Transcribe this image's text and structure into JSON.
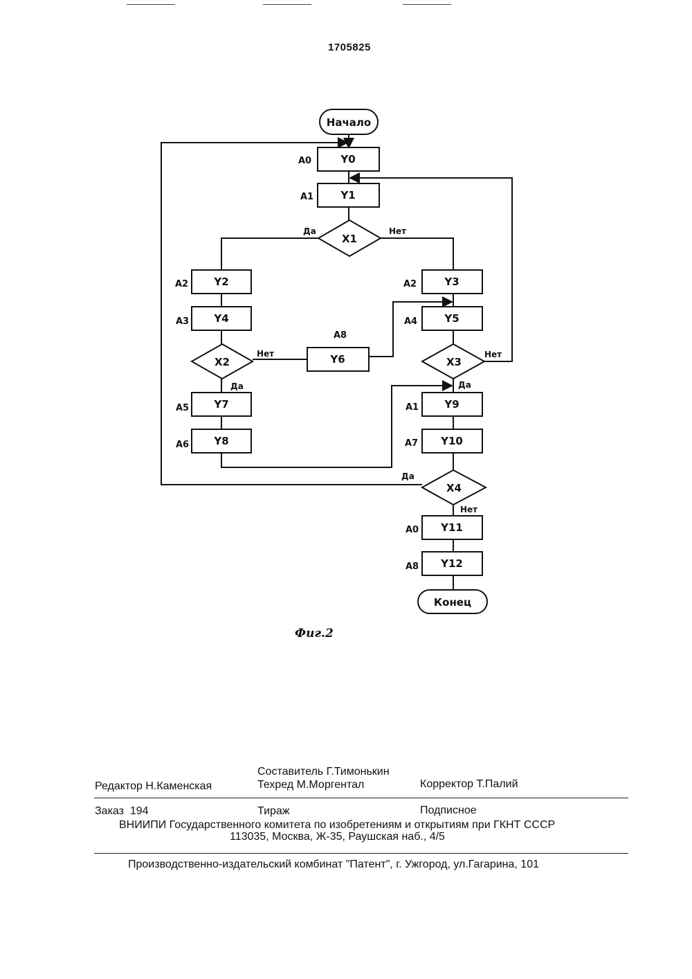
{
  "patent_number": "1705825",
  "flowchart": {
    "terminals": {
      "start": "Начало",
      "end": "Конец"
    },
    "process_blocks": [
      {
        "id": "y0",
        "label": "Y0",
        "state": "A0"
      },
      {
        "id": "y1",
        "label": "Y1",
        "state": "A1"
      },
      {
        "id": "y2",
        "label": "Y2",
        "state": "A2"
      },
      {
        "id": "y4",
        "label": "Y4",
        "state": "A3"
      },
      {
        "id": "y3",
        "label": "Y3",
        "state": "A2"
      },
      {
        "id": "y5",
        "label": "Y5",
        "state": "A4"
      },
      {
        "id": "y6",
        "label": "Y6",
        "state": "A8"
      },
      {
        "id": "y7",
        "label": "Y7",
        "state": "A5"
      },
      {
        "id": "y8",
        "label": "Y8",
        "state": "A6"
      },
      {
        "id": "y9",
        "label": "Y9",
        "state": "A1"
      },
      {
        "id": "y10",
        "label": "Y10",
        "state": "A7"
      },
      {
        "id": "y11",
        "label": "Y11",
        "state": "A0"
      },
      {
        "id": "y12",
        "label": "Y12",
        "state": "A8"
      }
    ],
    "decisions": [
      {
        "id": "x1",
        "label": "X1",
        "yes": "Да",
        "no": "Нет"
      },
      {
        "id": "x2",
        "label": "X2",
        "yes": "Да",
        "no": "Нет"
      },
      {
        "id": "x3",
        "label": "X3",
        "yes": "Да",
        "no": "Нет"
      },
      {
        "id": "x4",
        "label": "X4",
        "yes": "Да",
        "no": "Нет"
      }
    ]
  },
  "figure_caption": "Фиг.2",
  "imprint": {
    "compiler": "Составитель Г.Тимонькин",
    "editor": "Редактор Н.Каменская",
    "techred": "Техред М.Моргентал",
    "corrector": "Корректор Т.Палий",
    "order": "Заказ  194",
    "circulation": "Тираж",
    "subscription": "Подписное",
    "organization": "ВНИИПИ Государственного комитета по изобретениям и открытиям при ГКНТ СССР",
    "address": "113035, Москва, Ж-35, Раушская наб., 4/5",
    "printer": "Производственно-издательский комбинат \"Патент\", г. Ужгород, ул.Гагарина, 101"
  }
}
